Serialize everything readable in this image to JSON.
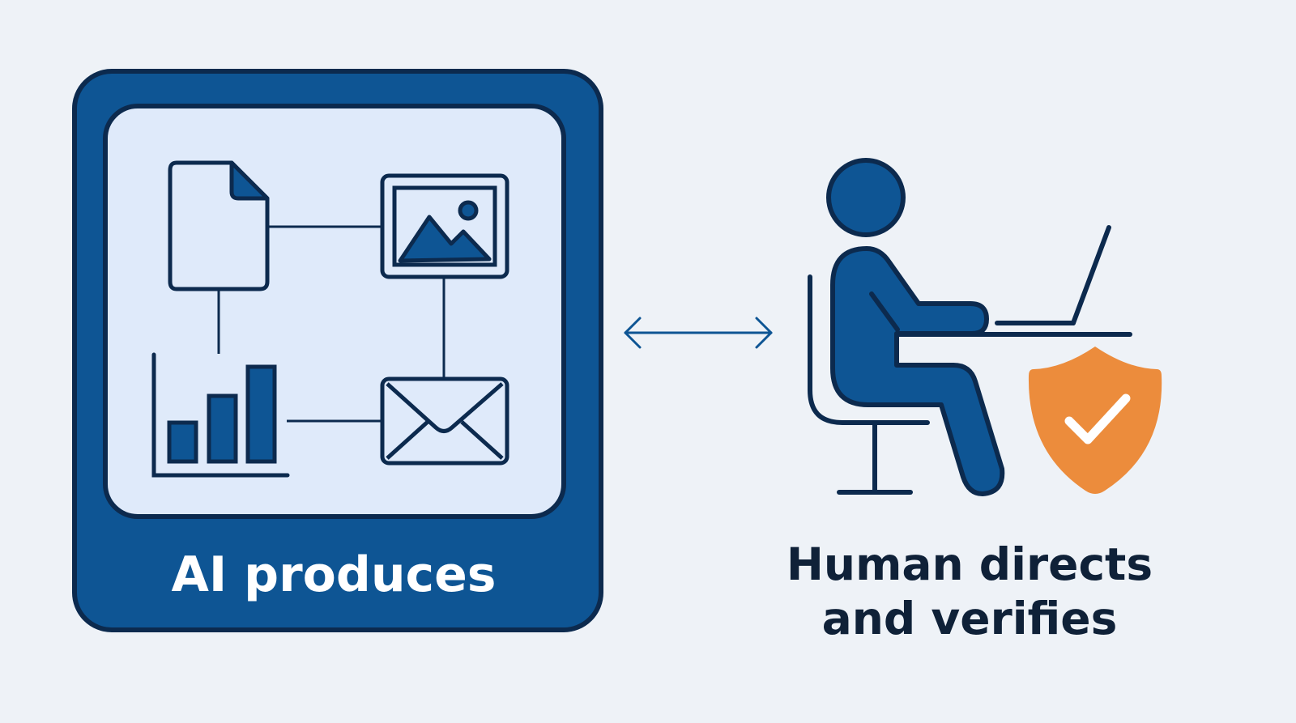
{
  "colors": {
    "background": "#eef2f7",
    "panel_blue": "#0e5594",
    "inner_panel": "#dfeafa",
    "outline_navy": "#0c2a4e",
    "shield_orange": "#ec8c3c",
    "check_white": "#ffffff",
    "label_dark": "#0f2138"
  },
  "icons": {
    "document": "document-icon",
    "image": "image-icon",
    "chart": "bar-chart-icon",
    "email": "envelope-icon",
    "person": "person-at-laptop-icon",
    "shield": "shield-check-icon",
    "arrow": "bidirectional-arrow-icon"
  },
  "ai_panel": {
    "label": "AI produces"
  },
  "human": {
    "label_line1": "Human directs",
    "label_line2": "and verifies"
  }
}
